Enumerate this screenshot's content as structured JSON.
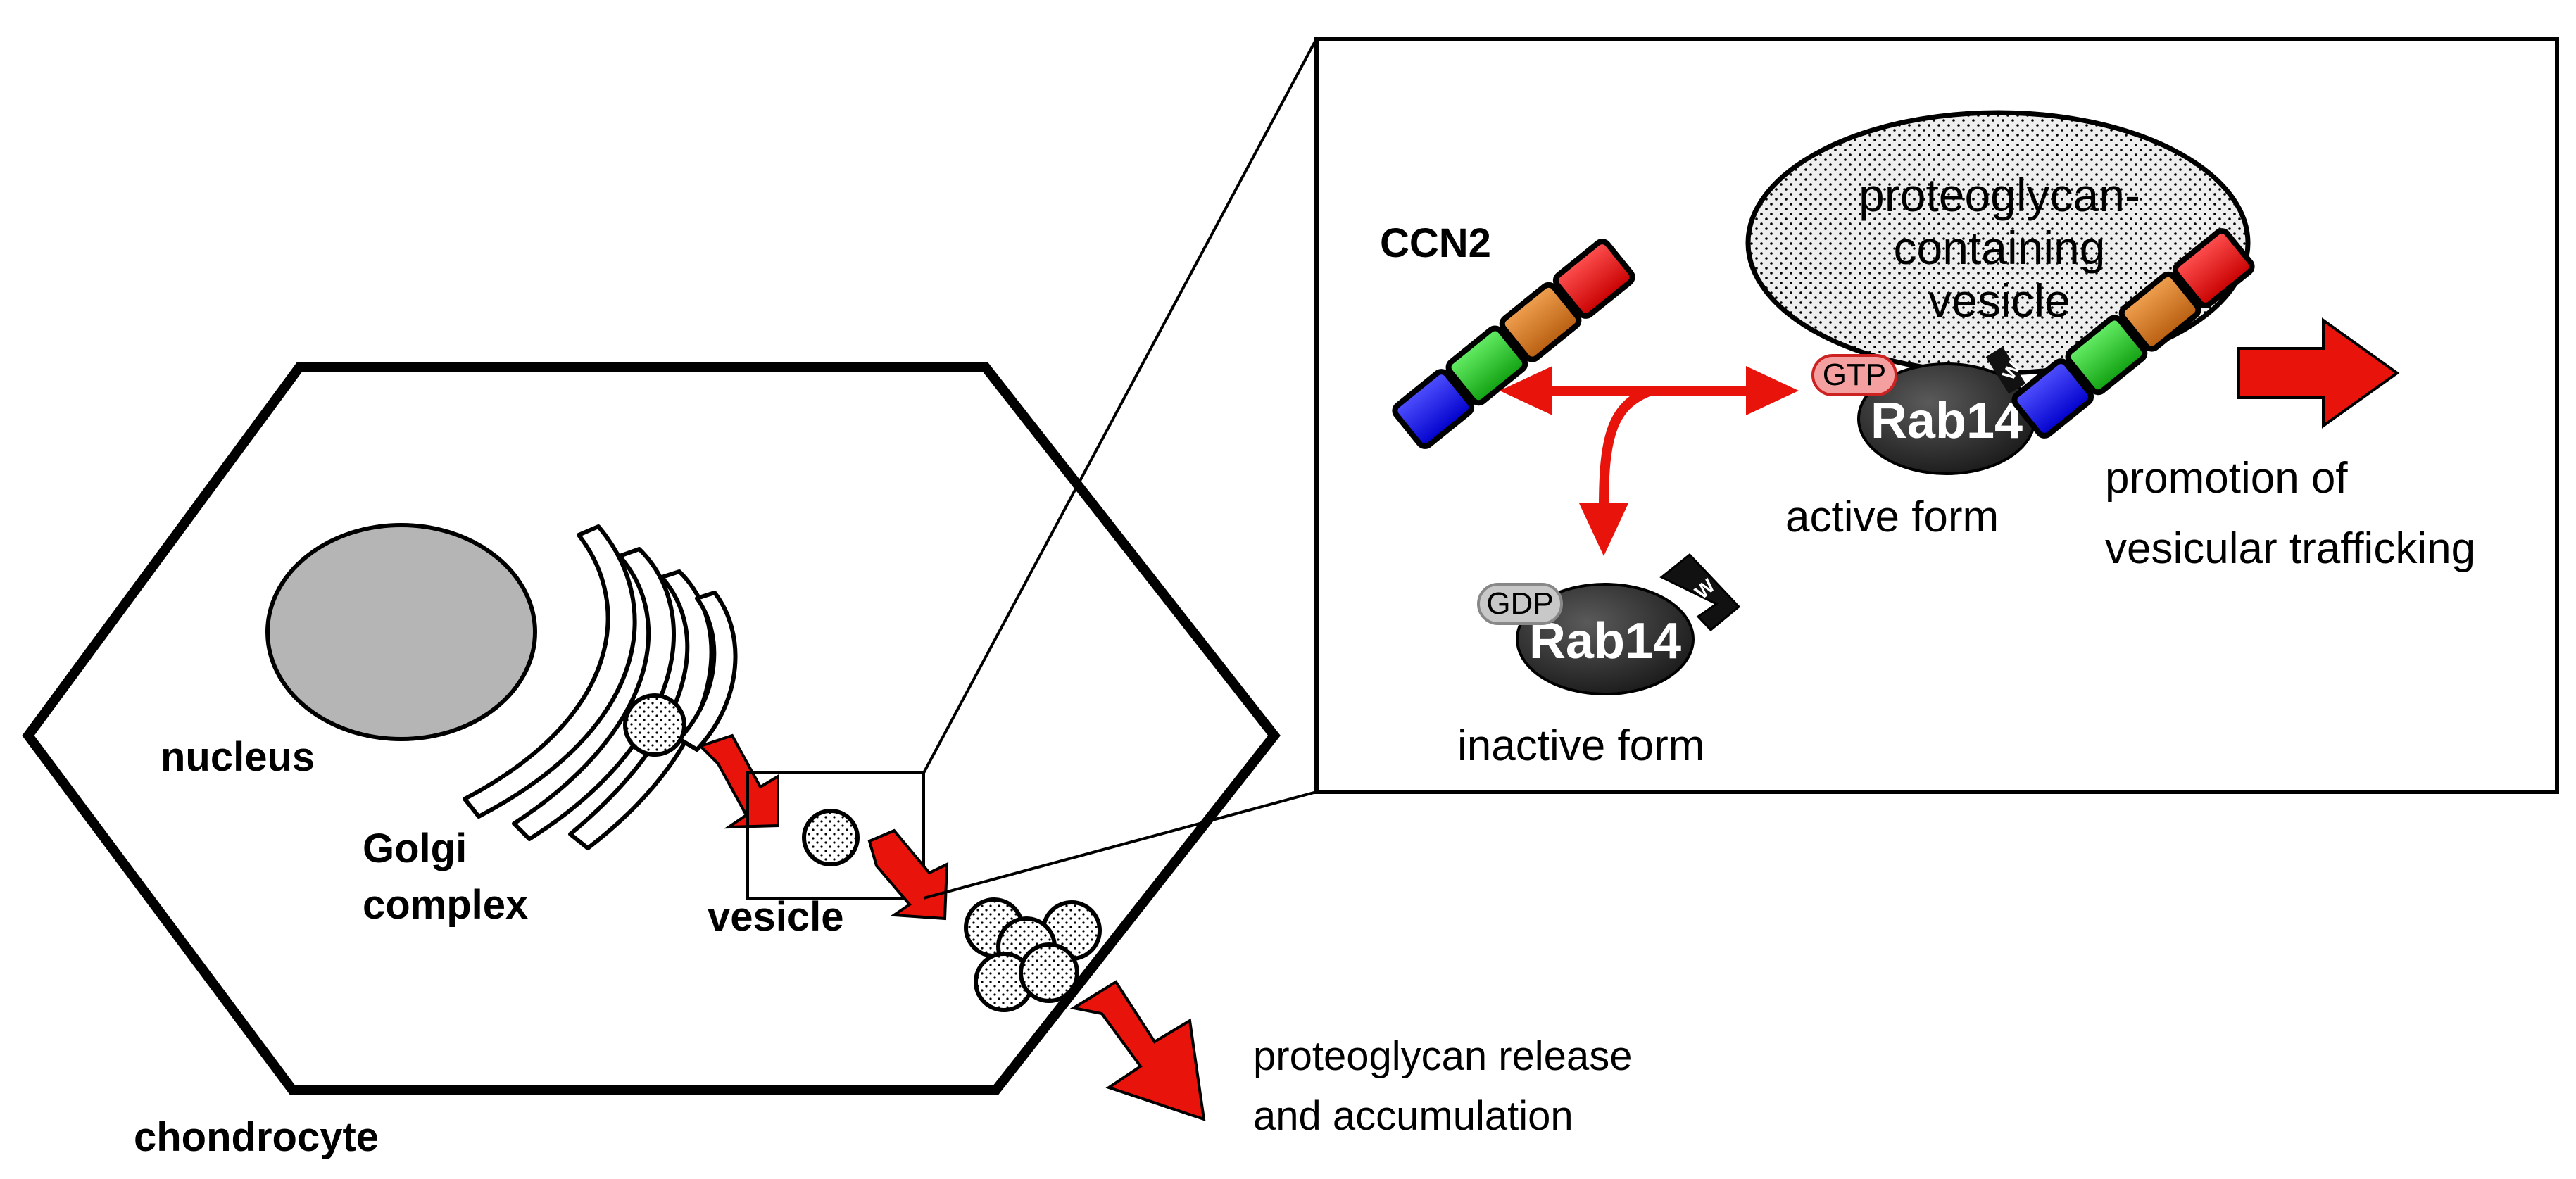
{
  "labels": {
    "nucleus": "nucleus",
    "golgi_line1": "Golgi",
    "golgi_line2": "complex",
    "vesicle": "vesicle",
    "chondrocyte": "chondrocyte",
    "release_line1": "proteoglycan release",
    "release_line2": "and accumulation",
    "ccn2": "CCN2",
    "pg_vesicle_line1": "proteoglycan-",
    "pg_vesicle_line2": "containing",
    "pg_vesicle_line3": "vesicle",
    "gtp": "GTP",
    "gdp": "GDP",
    "rab_active": "Rab14",
    "rab_inactive": "Rab14",
    "active_form": "active form",
    "inactive_form": "inactive form",
    "promotion_line1": "promotion of",
    "promotion_line2": "vesicular  trafficking",
    "w_tag_active": "W",
    "w_tag_inactive": "W"
  },
  "colors": {
    "arrow_red": "#e8140c",
    "nucleus_gray": "#b5b5b5",
    "rab_dark": "#2b2b2b",
    "gtp_pill": "#f4a0a0",
    "gdp_pill": "#c8c8c8",
    "ccn2_modules": [
      "#1a1aff",
      "#22cc22",
      "#d87a1e",
      "#e81010"
    ]
  }
}
